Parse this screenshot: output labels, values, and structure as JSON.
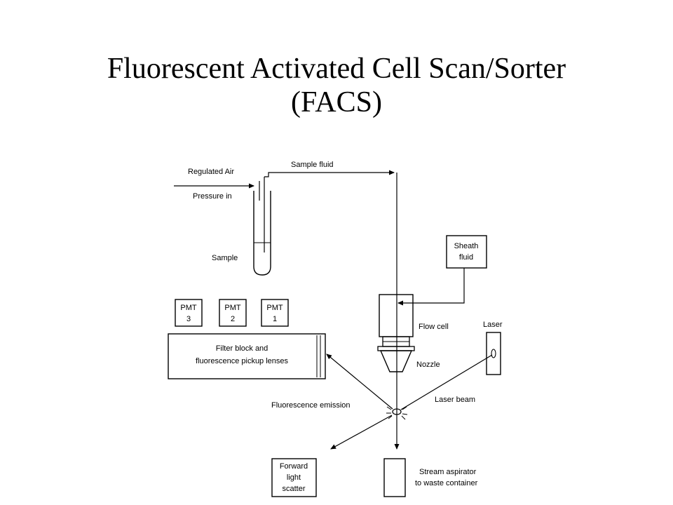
{
  "title": {
    "line1": "Fluorescent Activated Cell Scan/Sorter",
    "line2": "(FACS)"
  },
  "diagram": {
    "labels": {
      "regulated_air": "Regulated Air",
      "pressure_in": "Pressure in",
      "sample_fluid": "Sample fluid",
      "sample": "Sample",
      "sheath_line1": "Sheath",
      "sheath_line2": "fluid",
      "pmt3_line1": "PMT",
      "pmt3_line2": "3",
      "pmt2_line1": "PMT",
      "pmt2_line2": "2",
      "pmt1_line1": "PMT",
      "pmt1_line2": "1",
      "filter_line1": "Filter block and",
      "filter_line2": "fluorescence pickup lenses",
      "flow_cell": "Flow cell",
      "laser": "Laser",
      "nozzle": "Nozzle",
      "laser_beam": "Laser beam",
      "fluorescence_emission": "Fluorescence emission",
      "forward_line1": "Forward",
      "forward_line2": "light",
      "forward_line3": "scatter",
      "stream_line1": "Stream aspirator",
      "stream_line2": "to waste container"
    }
  }
}
